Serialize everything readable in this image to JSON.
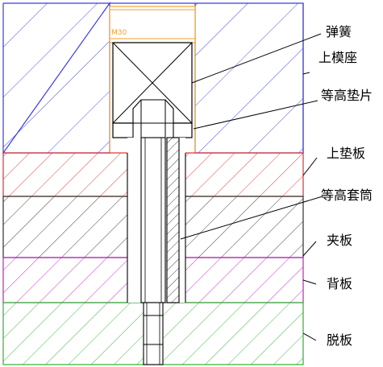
{
  "thread_size": "M30",
  "labels": {
    "spring": "弹簧",
    "upper_die_base": "上模座",
    "spacer_washer": "等高垫片",
    "upper_backing_plate": "上垫板",
    "spacer_sleeve": "等高套筒",
    "clamp_plate": "夹板",
    "back_plate": "背板",
    "stripper_plate": "脱板"
  },
  "colors": {
    "upper_die_base_outline": "#3a3ae0",
    "upper_backing_plate_outline": "#e03030",
    "clamp_plate_outline": "#303030",
    "back_plate_outline": "#c020c0",
    "stripper_plate_outline": "#30b030",
    "spring_pocket_outline": "#f0a030",
    "leader_line": "#000000"
  }
}
